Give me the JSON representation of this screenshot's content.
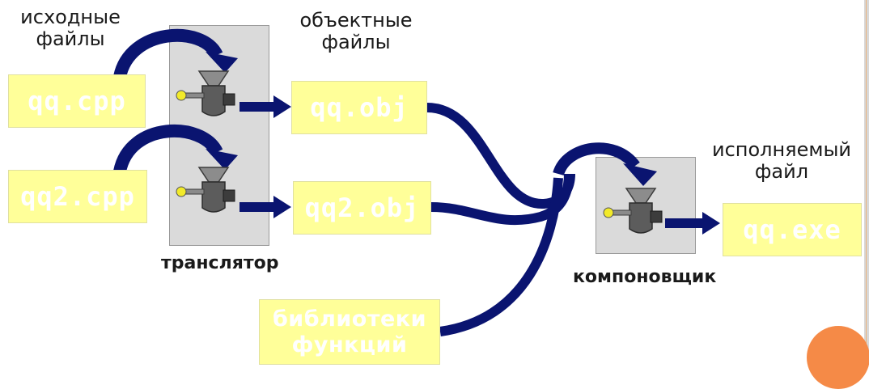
{
  "labels": {
    "source_files": [
      "исходные",
      "файлы"
    ],
    "object_files": [
      "объектные",
      "файлы"
    ],
    "executable_file": [
      "исполняемый",
      "файл"
    ],
    "translator": "транслятор",
    "linker": "компоновщик"
  },
  "files": {
    "source_1": "qq.cpp",
    "source_2": "qq2.cpp",
    "object_1": "qq.obj",
    "object_2": "qq2.obj",
    "executable": "qq.exe",
    "library": [
      "библиотеки",
      "функций"
    ]
  },
  "colors": {
    "file_box": "#ffff99",
    "file_text": "#ffffff",
    "arrow": "#0a1470",
    "panel": "#dadada",
    "corner_accent": "#f58a47"
  }
}
